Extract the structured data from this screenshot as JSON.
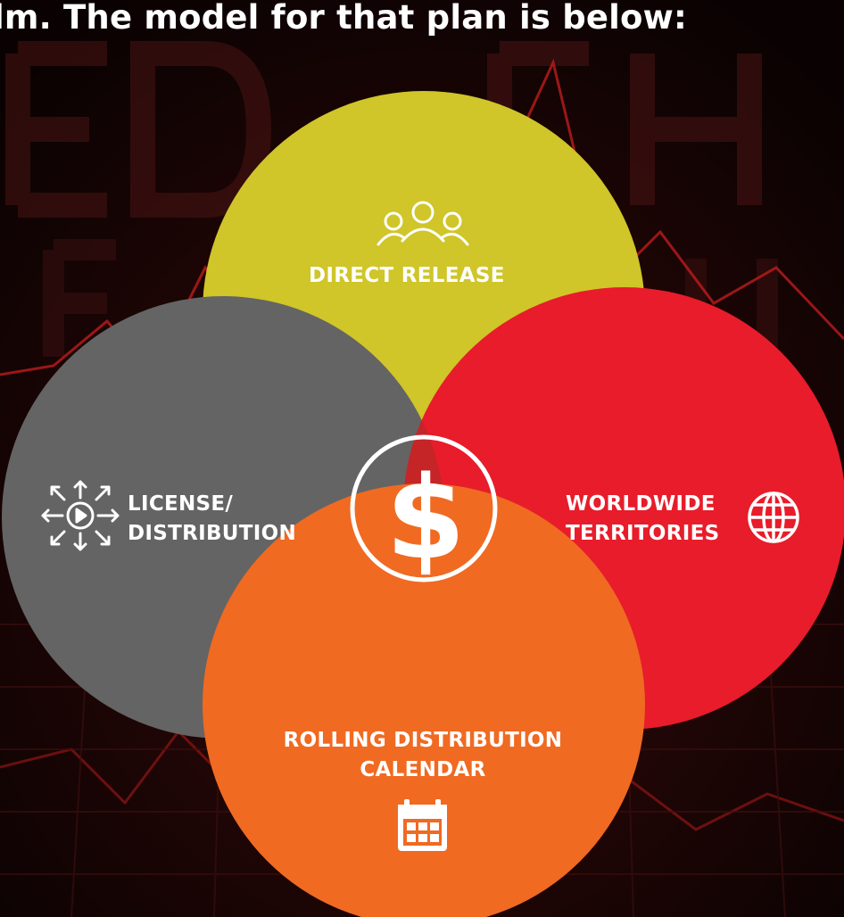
{
  "heading": "lm. The model for that plan is below:",
  "center": {
    "symbol": "$",
    "icon": "dollar-icon"
  },
  "segments": [
    {
      "id": "direct-release",
      "lines": [
        "DIRECT RELEASE"
      ],
      "icon": "people-group-icon",
      "color": "#d0c529"
    },
    {
      "id": "license-distribution",
      "lines": [
        "LICENSE/",
        "DISTRIBUTION"
      ],
      "icon": "play-broadcast-icon",
      "color": "#646464"
    },
    {
      "id": "worldwide-territories",
      "lines": [
        "WORLDWIDE",
        "TERRITORIES"
      ],
      "icon": "globe-icon",
      "color": "#e81c2a"
    },
    {
      "id": "rolling-distribution-calendar",
      "lines": [
        "ROLLING DISTRIBUTION",
        "CALENDAR"
      ],
      "icon": "calendar-icon",
      "color": "#f06a22"
    }
  ],
  "colors": {
    "background": "#160505",
    "overlap_grey_red": "#c54225",
    "overlap_olive_red": "#c54225",
    "text": "#ffffff"
  }
}
